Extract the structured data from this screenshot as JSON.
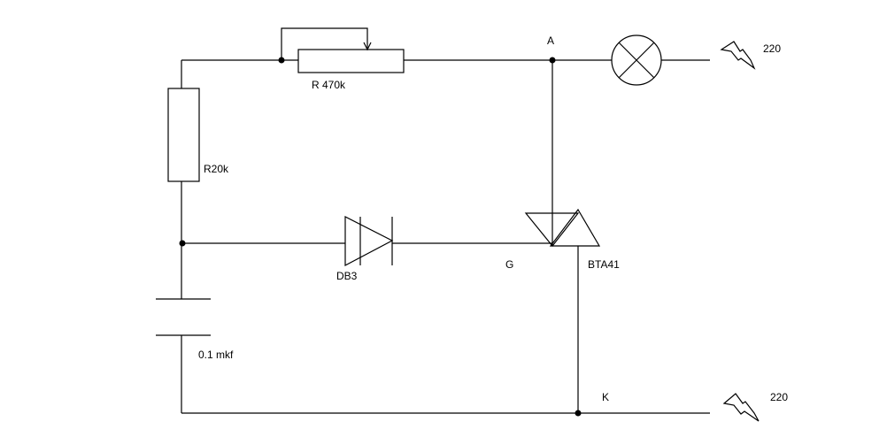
{
  "diagram": {
    "labels": {
      "node_a": "A",
      "voltage_top": "220",
      "pot": "R 470k",
      "resistor": "R20k",
      "diac": "DB3",
      "gate": "G",
      "triac": "BTA41",
      "capacitor": "0.1 mkf",
      "node_k": "K",
      "voltage_bottom": "220"
    },
    "icons": [
      "potentiometer-icon",
      "resistor-icon",
      "lamp-icon",
      "diac-icon",
      "triac-icon",
      "capacitor-icon",
      "lightning-bolt-icon"
    ]
  }
}
